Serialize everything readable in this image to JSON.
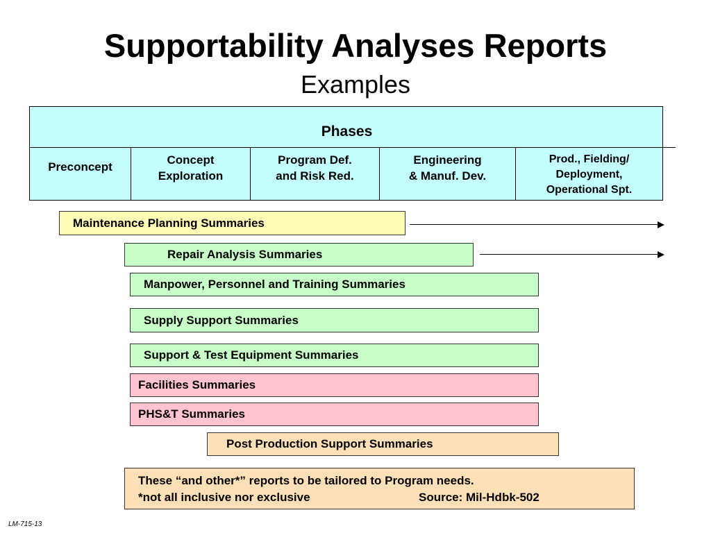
{
  "title": "Supportability Analyses Reports",
  "subtitle": "Examples",
  "phases": {
    "label": "Phases",
    "cells": [
      {
        "label": "Preconcept"
      },
      {
        "label": "Concept\nExploration"
      },
      {
        "label": "Program Def.\nand Risk Red."
      },
      {
        "label": "Engineering\n& Manuf. Dev."
      },
      {
        "label": "Prod., Fielding/\nDeployment,\nOperational Spt."
      }
    ]
  },
  "bars": [
    {
      "label": "Maintenance Planning Summaries",
      "color": "#fffcb8",
      "arrow": true
    },
    {
      "label": "Repair Analysis Summaries",
      "color": "#c8ffc8",
      "arrow": true
    },
    {
      "label": "Manpower, Personnel and Training Summaries",
      "color": "#c8ffc8",
      "arrow": false
    },
    {
      "label": "Supply Support Summaries",
      "color": "#c8ffc8",
      "arrow": false
    },
    {
      "label": "Support & Test Equipment Summaries",
      "color": "#c8ffc8",
      "arrow": false
    },
    {
      "label": "Facilities Summaries",
      "color": "#ffc4cf",
      "arrow": false
    },
    {
      "label": "PHS&T Summaries",
      "color": "#ffc4cf",
      "arrow": false
    },
    {
      "label": "Post Production Support Summaries",
      "color": "#fde0b7",
      "arrow": false
    }
  ],
  "note": {
    "line1": "These “and other*” reports to be tailored to Program needs.",
    "line2_left": "*not all inclusive nor exclusive",
    "line2_right": "Source:  Mil-Hdbk-502"
  },
  "footer_id": "LM-715-13"
}
